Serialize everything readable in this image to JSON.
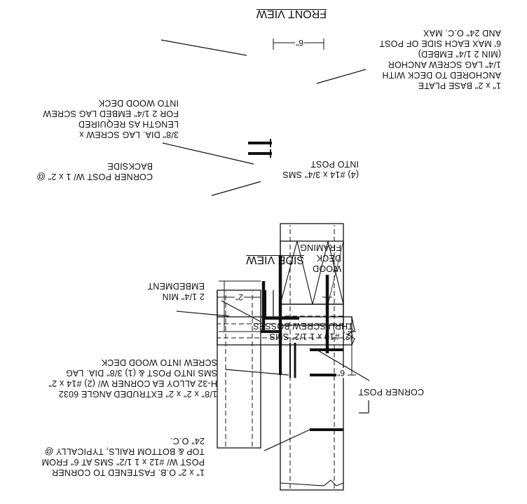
{
  "front_view": {
    "title": "FRONT VIEW",
    "dim_top": "6\"",
    "dim_post": "2\"",
    "notes": {
      "base_plate": [
        "1\" x 2\" BASE PLATE",
        "ANCHORED TO DECK WITH",
        "1/4\" LAG SCREW ANCHOR",
        "(MIN 2 1/4\" EMBED)",
        "6' MAX EACH SIDE OF POST",
        "AND 24\" O.C. MAX"
      ],
      "lag_screw": [
        "3/8\" DIA. LAG SCREW x",
        "LENGTH AS REQUIRED",
        "FOR 2 1/4\" EMBED LAG SCREW",
        "INTO WOOD DECK"
      ],
      "sms": [
        "(4) #14 x 3/4\" SMS",
        "INTO POST"
      ],
      "corner_post": [
        "CORNER POST W/ 1 x 2\" @",
        "BACKSIDE"
      ]
    }
  },
  "side_view": {
    "title": "SIDE VIEW",
    "dim_post": "6\"",
    "notes": {
      "wood_deck": [
        "WOOD",
        "DECK",
        "FRAMING"
      ],
      "embedment": [
        "2 1/4\" MIN",
        "EMBEDMENT"
      ],
      "screw_bosses": [
        "(2) #10 x 1 1/2\" SMS",
        "THRU SCREW BOSSES"
      ],
      "angle": [
        "1/8\" x 2\" x 2\" EXTRUDED ANGLE 6032",
        "H-32 ALLOY EA CORNER W/ (2) #14 x 2\"",
        "SMS INTO POST & (1) 3/8\" DIA. LAG",
        "SCREW INTO WOOD DECK"
      ],
      "corner_post": [
        "CORNER POST"
      ],
      "fastened": [
        "1\" x 2\" O.B. FASTENED TO CORNER",
        "POST W/ #12 x 1 1/2\" SMS AT 6\" FROM",
        "TOP & BOTTOM RAILS, TYPICALLY @",
        "24\" O.C."
      ]
    }
  }
}
